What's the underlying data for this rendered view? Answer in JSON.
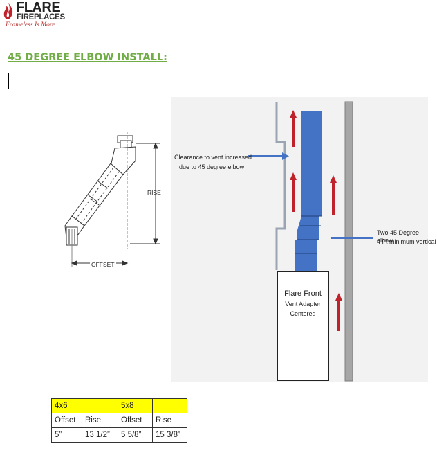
{
  "logo": {
    "brand": "FLARE",
    "sub": "FIREPLACES",
    "tagline": "Frameless Is More",
    "icon": "flame-icon"
  },
  "heading": "45 DEGREE ELBOW INSTALL:",
  "elbow_diagram": {
    "rise_label": "RISE",
    "offset_label": "OFFSET"
  },
  "vent_diagram": {
    "clearance_note_line1": "Clearance to vent increased",
    "clearance_note_line2": "due to 45 degree elbow",
    "elbow_note_line1": "Two 45 Degree elbow",
    "elbow_note_line2": "4 Ft minimum vertical",
    "box_title": "Flare Front",
    "box_line1": "Vent Adapter",
    "box_line2": "Centered"
  },
  "colors": {
    "heading": "#70ad47",
    "vent_blue": "#4472c4",
    "arrow_red": "#c0222b",
    "highlight": "#ffff00"
  },
  "table": {
    "header": [
      "4x6",
      "",
      "5x8",
      ""
    ],
    "subheader": [
      "Offset",
      "Rise",
      "Offset",
      "Rise"
    ],
    "row": [
      "5”",
      "13 1/2”",
      "5 5/8”",
      "15 3/8”"
    ]
  }
}
